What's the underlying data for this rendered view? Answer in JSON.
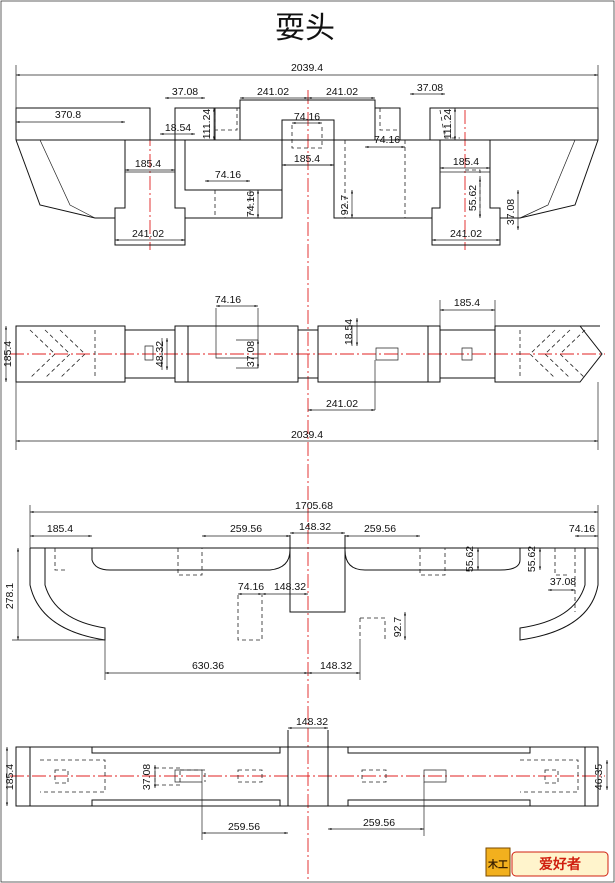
{
  "drawing": {
    "title": "耍头",
    "logo_text": "爱好者",
    "logo_glyph": "木工",
    "colors": {
      "line": "#111111",
      "center": "#e02020",
      "logo": "#d02010"
    },
    "view1": {
      "dims": [
        "2039.4",
        "370.8",
        "37.08",
        "241.02",
        "241.02",
        "37.08",
        "18.54",
        "111.24",
        "74.16",
        "74.16",
        "111.24",
        "185.4",
        "185.4",
        "185.4",
        "74.16",
        "74.16",
        "92.7",
        "55.62",
        "37.08",
        "241.02",
        "241.02"
      ]
    },
    "view2": {
      "dims": [
        "74.16",
        "185.4",
        "185.4",
        "48.32",
        "37.08",
        "18.54",
        "241.02",
        "2039.4"
      ]
    },
    "view3": {
      "dims": [
        "1705.68",
        "185.4",
        "259.56",
        "148.32",
        "259.56",
        "74.16",
        "55.62",
        "55.62",
        "37.08",
        "278.1",
        "74.16",
        "148.32",
        "92.7",
        "630.36",
        "148.32"
      ]
    },
    "view4": {
      "dims": [
        "148.32",
        "185.4",
        "37.08",
        "46.35",
        "259.56",
        "259.56"
      ]
    }
  }
}
